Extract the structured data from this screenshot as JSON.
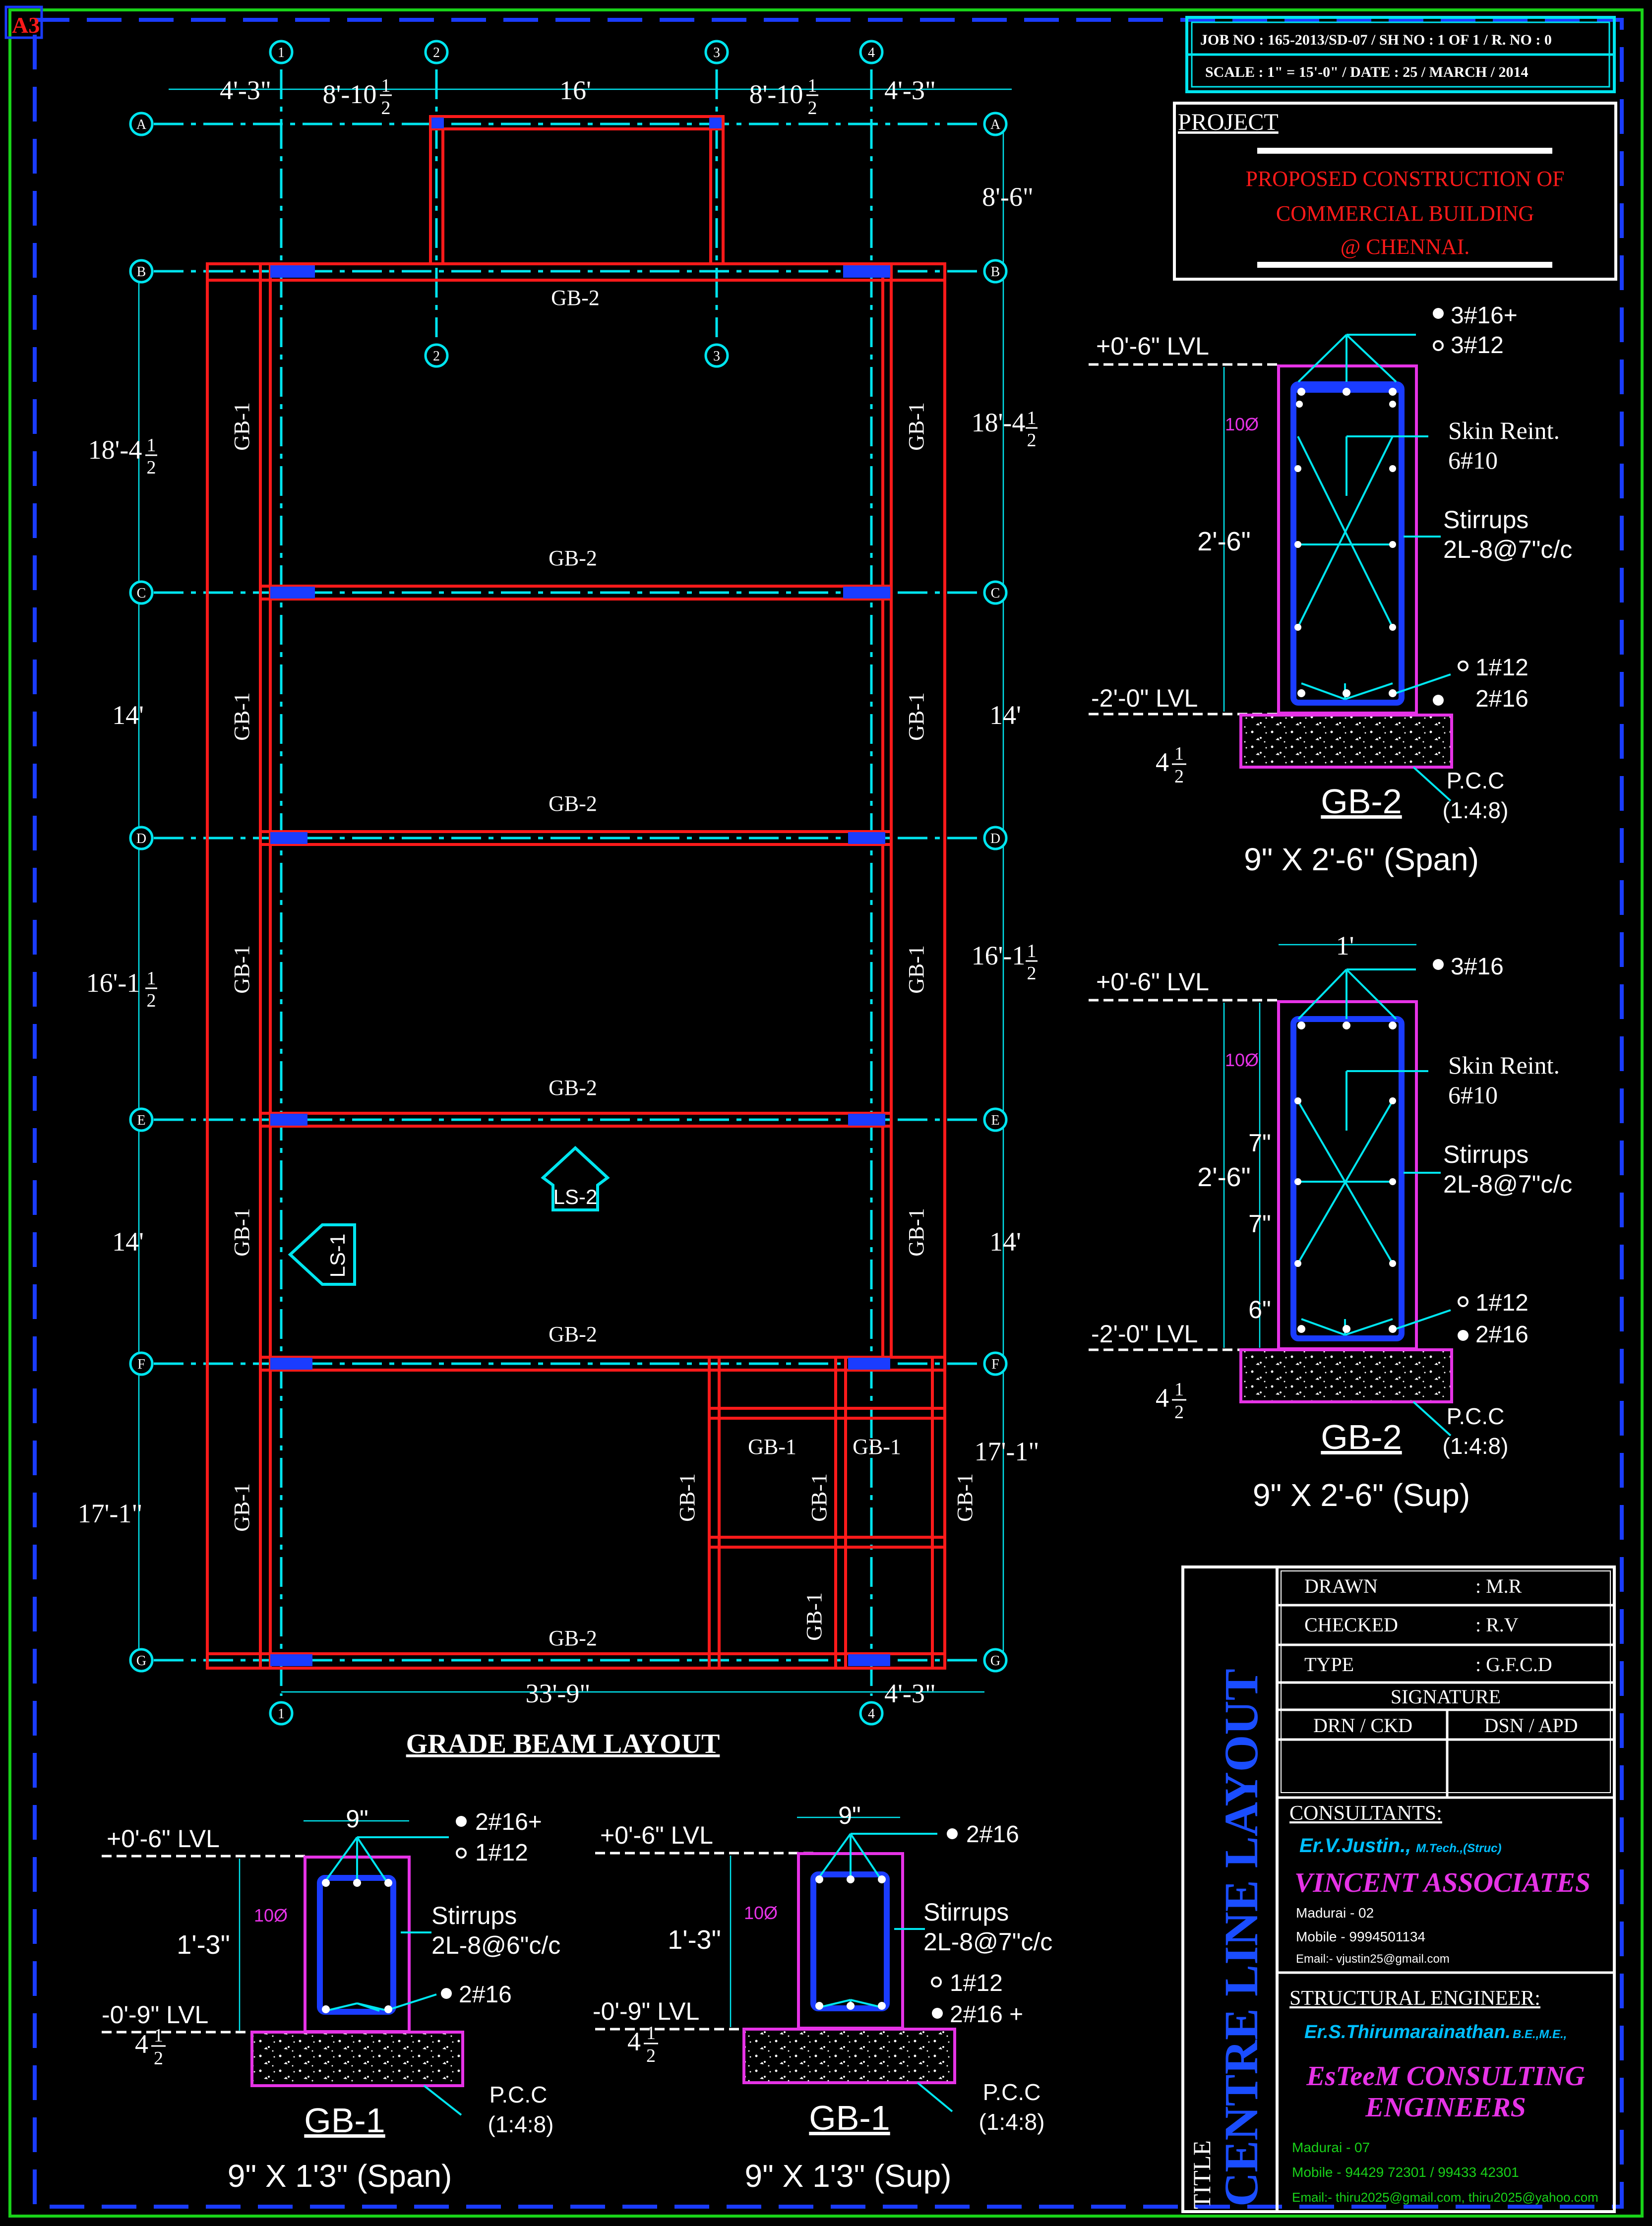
{
  "sheet": {
    "size_tag": "A3",
    "job_line": "JOB NO  : 165-2013/SD-07 / SH NO : 1 OF 1 / R. NO : 0",
    "scale_line": "SCALE  : 1\" = 15'-0\" / DATE : 25 / MARCH / 2014"
  },
  "project": {
    "heading": "PROJECT",
    "line1": "PROPOSED CONSTRUCTION OF",
    "line2": "COMMERCIAL BUILDING",
    "line3": "@ CHENNAI."
  },
  "layout": {
    "title": "GRADE BEAM LAYOUT",
    "col_grids": [
      "1",
      "2",
      "3",
      "4"
    ],
    "row_grids": [
      "A",
      "B",
      "C",
      "D",
      "E",
      "F",
      "G"
    ],
    "top_dims": [
      "4'-3\"",
      "8'-10",
      "16'",
      "8'-10",
      "4'-3\""
    ],
    "half": "1",
    "half_den": "2",
    "bottom_dims": [
      "33'-9\"",
      "4'-3\""
    ],
    "left_dims": [
      "18'-4",
      "14'",
      "16'-1",
      "14'",
      "17'-1\""
    ],
    "right_dims": [
      "8'-6\"",
      "18'-4",
      "14'",
      "16'-1",
      "14'",
      "17'-1\""
    ],
    "gb1": "GB-1",
    "gb2": "GB-2",
    "ls1": "LS-1",
    "ls2": "LS-2"
  },
  "sections": {
    "top_lvl": "+0'-6\" LVL",
    "bot_lvl_gb2": "-2'-0\" LVL",
    "bot_lvl_gb1": "-0'-9\" LVL",
    "pcc": "P.C.C",
    "pcc_mix": "(1:4:8)",
    "pcc_thk": "4",
    "dia10": "10Ø",
    "skin": "Skin Reint.",
    "skin_bars": "6#10",
    "stirrups": "Stirrups",
    "gb2_span": {
      "name": "GB-2",
      "caption": "9\" X 2'-6\" (Span)",
      "top1": "3#16+",
      "top2": "3#12",
      "depth": "2'-6\"",
      "stirrup_spec": "2L-8@7\"c/c",
      "bot1": "1#12",
      "bot2": "2#16"
    },
    "gb2_sup": {
      "name": "GB-2",
      "caption": "9\" X 2'-6\" (Sup)",
      "width": "1'",
      "top1": "3#16",
      "depth": "2'-6\"",
      "d1": "7\"",
      "d2": "7\"",
      "d3": "6\"",
      "stirrup_spec": "2L-8@7\"c/c",
      "bot1": "1#12",
      "bot2": "2#16"
    },
    "gb1_span": {
      "name": "GB-1",
      "caption": "9\" X 1'3\" (Span)",
      "width": "9\"",
      "top1": "2#16+",
      "top2": "1#12",
      "depth": "1'-3\"",
      "stirrup_spec": "2L-8@6\"c/c",
      "bot1": "2#16"
    },
    "gb1_sup": {
      "name": "GB-1",
      "caption": "9\" X 1'3\" (Sup)",
      "width": "9\"",
      "top1": "2#16",
      "depth": "1'-3\"",
      "stirrup_spec": "2L-8@7\"c/c",
      "bot1": "1#12",
      "bot2": "2#16 +"
    }
  },
  "titleblock": {
    "drawn_label": "DRAWN",
    "drawn_value": ":  M.R",
    "checked_label": "CHECKED",
    "checked_value": ":  R.V",
    "type_label": "TYPE",
    "type_value": ":  G.F.C.D",
    "signature": "SIGNATURE",
    "drn_ckd": "DRN / CKD",
    "dsn_apd": "DSN / APD",
    "consultants": "CONSULTANTS:",
    "c_engineer": "Er.V.Justin.,",
    "c_quals": "M.Tech.,(Struc)",
    "c_firm": "VINCENT ASSOCIATES",
    "c_addr": "Madurai - 02",
    "c_mobile": "Mobile - 9994501134",
    "c_email": "Email:- vjustin25@gmail.com",
    "structural": "STRUCTURAL ENGINEER:",
    "s_engineer": "Er.S.Thirumarainathan.",
    "s_quals": "B.E.,M.E.,",
    "s_firm1": "EsTeeM CONSULTING",
    "s_firm2": "ENGINEERS",
    "s_addr": "Madurai - 07",
    "s_mobile": "Mobile - 94429 72301 / 99433 42301",
    "s_email": "Email:- thiru2025@gmail.com, thiru2025@yahoo.com",
    "title_label": "TITLE",
    "title_value": "CENTRE LINE LAYOUT"
  },
  "colors": {
    "background": "#000000",
    "grid": "#00e5ef",
    "beam": "#ff1a1a",
    "border_blue": "#1a3cff",
    "frame_green": "#19d219",
    "section_magenta": "#e633e6",
    "title_text": "#1a4dff"
  }
}
